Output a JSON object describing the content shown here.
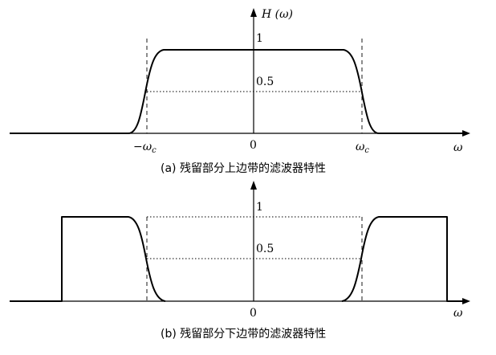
{
  "panel_a": {
    "y_axis_label": "H (ω)",
    "tick_1": "1",
    "tick_half": "0.5",
    "x_tick_neg": "−ω",
    "x_tick_neg_sub": "c",
    "x_tick_zero": "0",
    "x_tick_pos": "ω",
    "x_tick_pos_sub": "c",
    "x_axis_label": "ω",
    "caption": "(a) 残留部分上边带的滤波器特性"
  },
  "panel_b": {
    "tick_1": "1",
    "tick_half": "0.5",
    "x_tick_zero": "0",
    "x_axis_label": "ω",
    "caption": "(b) 残留部分下边带的滤波器特性"
  }
}
